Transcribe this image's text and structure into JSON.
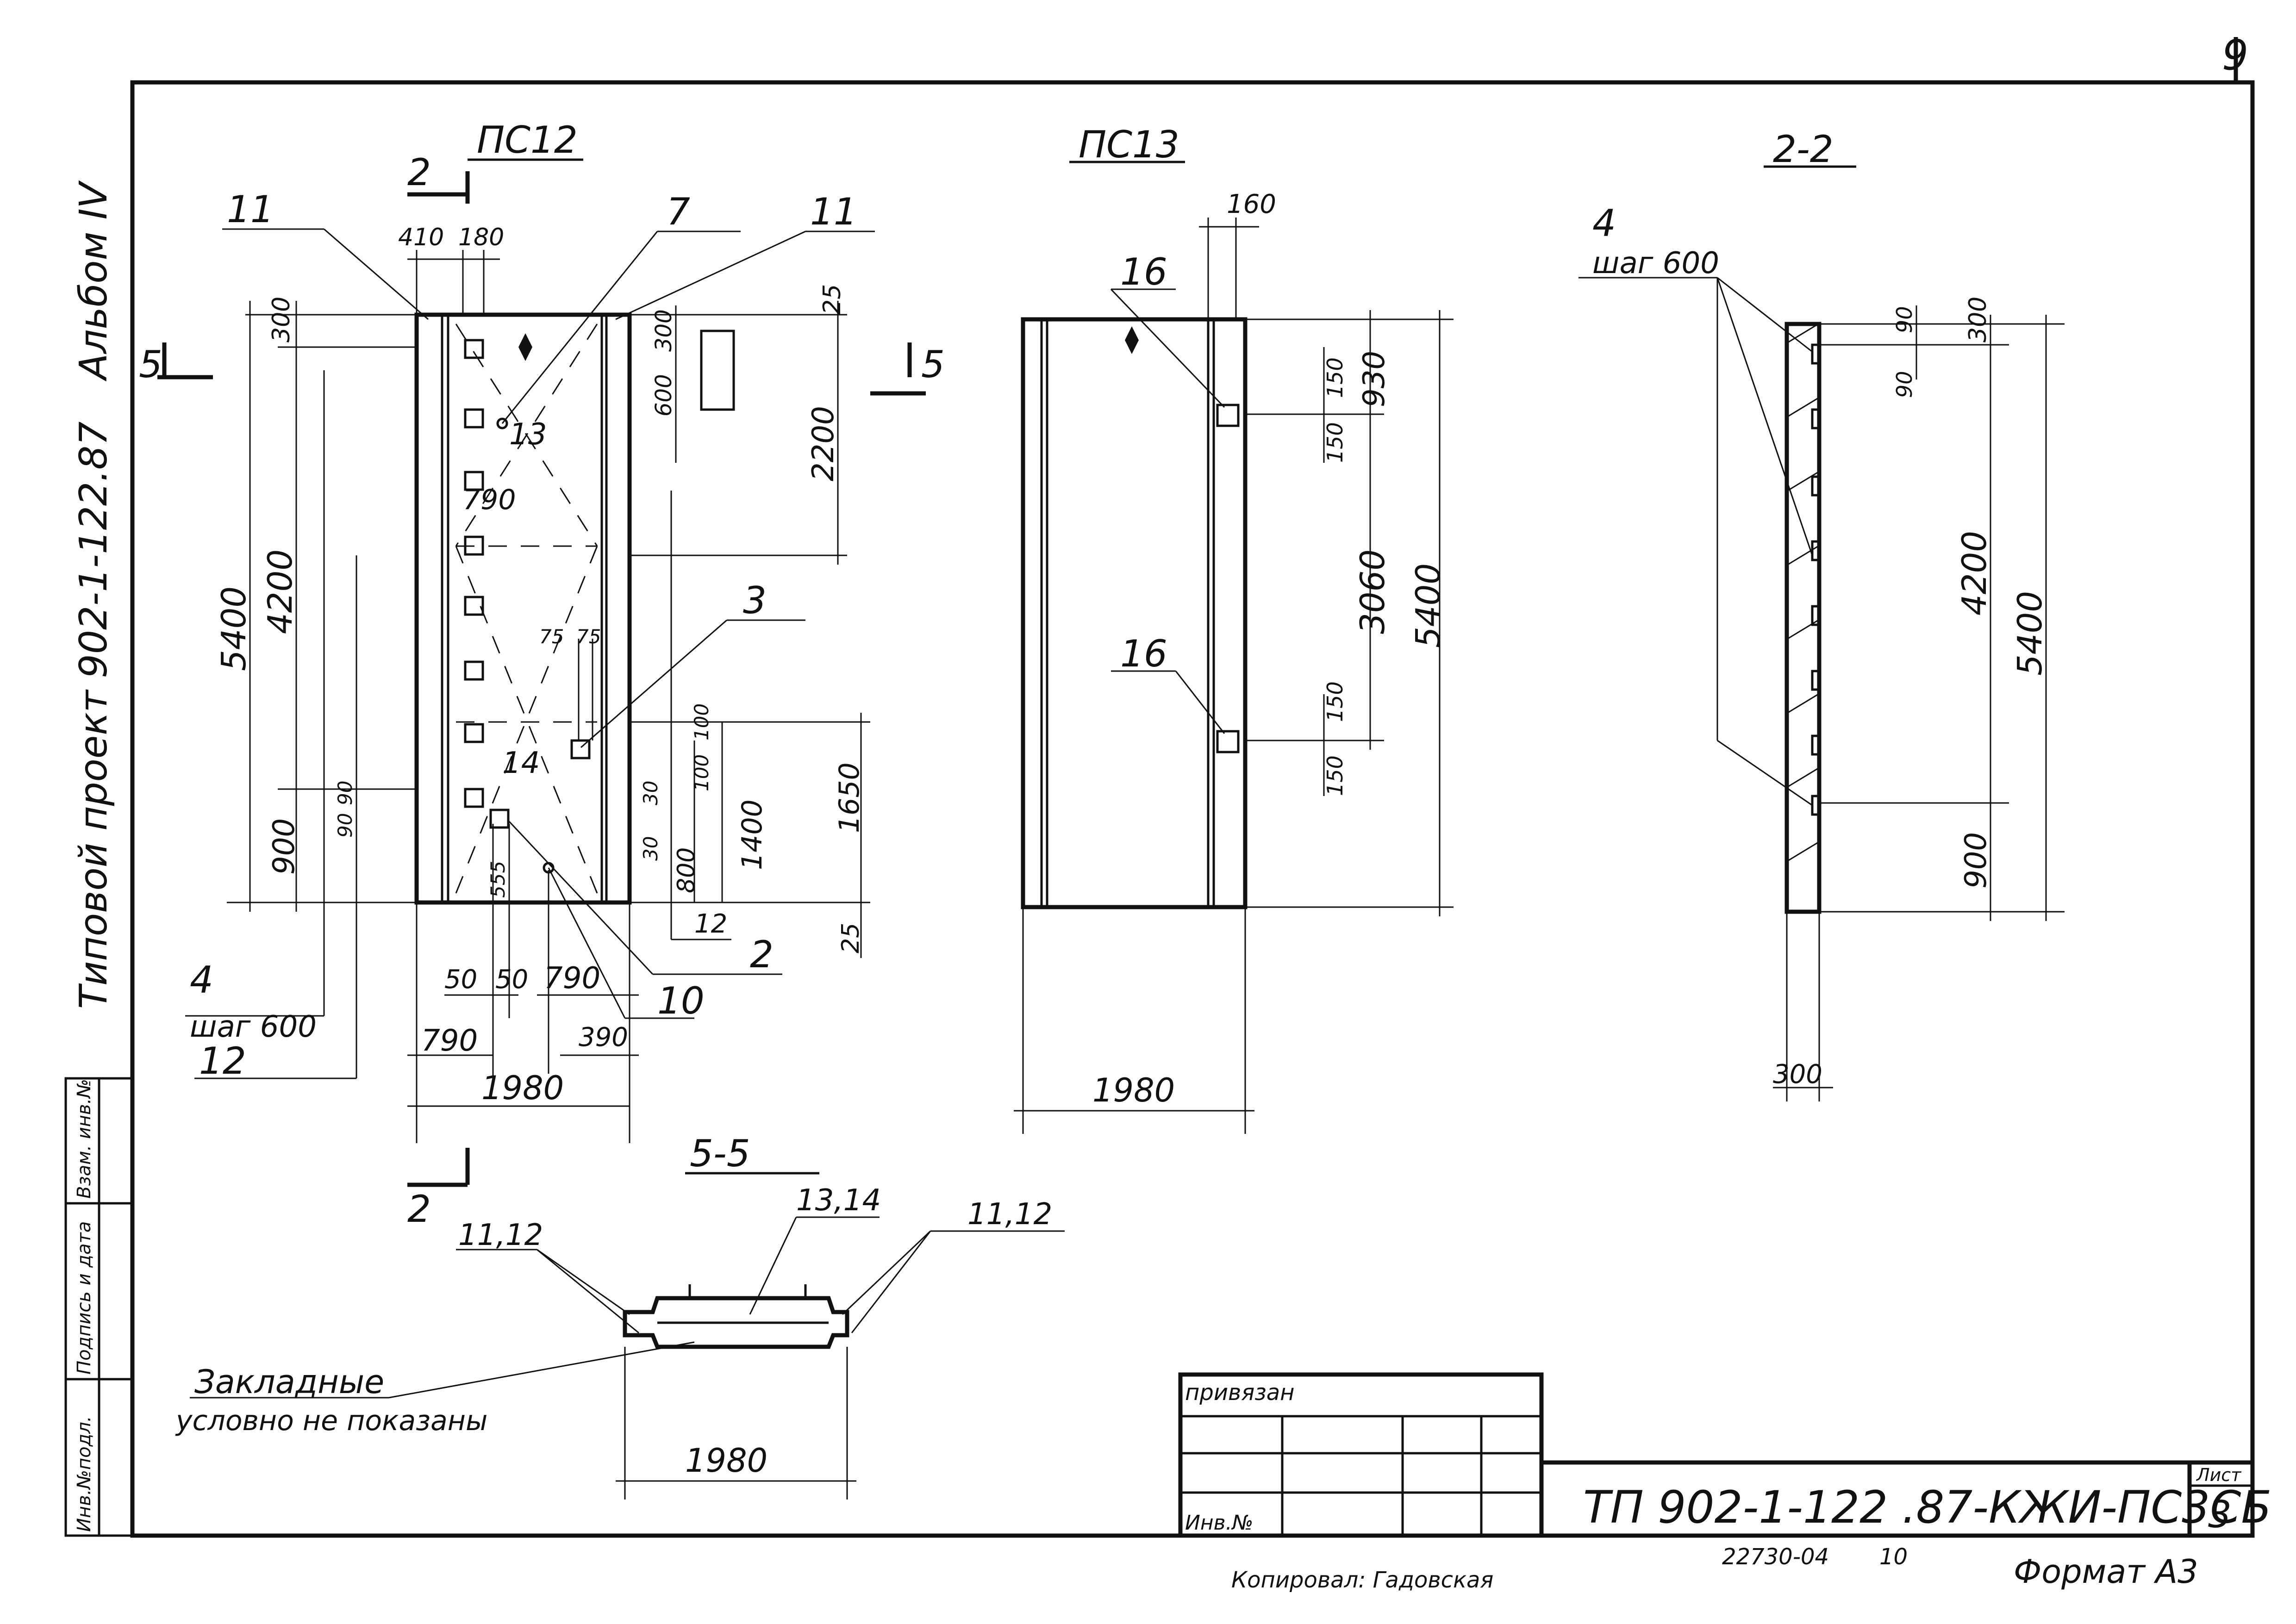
{
  "sheet_number": "9",
  "side_strip": {
    "project_text": "Типовой проект 902-1-122.87",
    "album_text": "Альбом IV"
  },
  "left_stamp": {
    "inv_no": "Инв.№подл.",
    "sign_date": "Подпись и дата",
    "replace_inv": "Взам. инв.№"
  },
  "views": {
    "ps12": {
      "title": "ПС12",
      "section_mark_top": "2",
      "section_mark_bottom": "2",
      "section_left_5": "5",
      "section_right_5": "5",
      "callouts": {
        "c11_left": "11",
        "c7": "7",
        "c11_right": "11",
        "c13": "13",
        "c3": "3",
        "c14": "14",
        "c2": "2",
        "c10": "10",
        "c4": "4",
        "c4_step": "шаг 600",
        "c12_left": "12",
        "c12_right": "12"
      },
      "dims": {
        "d410": "410",
        "d180": "180",
        "d300": "300",
        "d25_top": "25",
        "d300_r": "300",
        "d600": "600",
        "d2200": "2200",
        "d5400": "5400",
        "d4200": "4200",
        "d790_mid": "790",
        "d75a": "75",
        "d75b": "75",
        "d100a": "100",
        "d100b": "100",
        "d30a": "30",
        "d30b": "30",
        "d1400": "1400",
        "d1650": "1650",
        "d800": "800",
        "d25_bot": "25",
        "d90a": "90",
        "d90b": "90",
        "d555": "555",
        "d900": "900",
        "d50a": "50",
        "d50b": "50",
        "d790_r": "790",
        "d790_l": "790",
        "d390": "390",
        "d1980": "1980"
      }
    },
    "ps13": {
      "title": "ПС13",
      "callouts": {
        "c16_top": "16",
        "c16_bot": "16"
      },
      "dims": {
        "d160": "160",
        "d150a": "150",
        "d930": "930",
        "d150b": "150",
        "d3060": "3060",
        "d5400": "5400",
        "d150c": "150",
        "d150d": "150",
        "d1980": "1980"
      }
    },
    "sec22": {
      "title": "2-2",
      "callouts": {
        "c4": "4",
        "c4_step": "шаг 600"
      },
      "dims": {
        "d90a": "90",
        "d300": "300",
        "d90b": "90",
        "d4200": "4200",
        "d5400": "5400",
        "d900": "900",
        "d300_w": "300"
      }
    },
    "sec55": {
      "title": "5-5",
      "callouts": {
        "c1112_left": "11,12",
        "c1314": "13,14",
        "c1112_right": "11,12"
      },
      "dims": {
        "d1980": "1980"
      },
      "note_line1": "Закладные",
      "note_line2": "условно не показаны"
    }
  },
  "title_block": {
    "bound_label": "привязан",
    "inv_label": "Инв.№",
    "doc_code": "ТП 902-1-122 .87-КЖИ-ПС3СБ",
    "sheet_label": "Лист",
    "sheet_value": "3",
    "archive_no": "22730-04",
    "archive_sheet": "10",
    "format_text": "Формат А3",
    "copied_by": "Копировал: Гадовская"
  }
}
